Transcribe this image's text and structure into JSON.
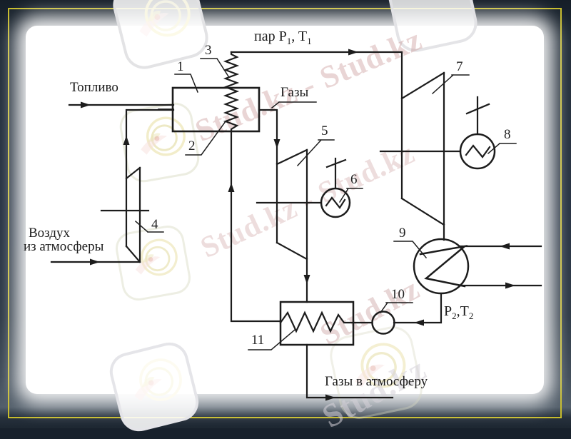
{
  "watermarks": {
    "top_diagonal": "Stud.kz - Stud.kz",
    "mid_diagonal": "Stud.kz - Stud.kz",
    "low_diagonal": "Stud.kz",
    "footer_diagonal": "Stud.kz"
  },
  "diagram": {
    "flow_labels": {
      "fuel": "Топливо",
      "air_line1": "Воздух",
      "air_line2": "из атмосферы",
      "steam_pre": "пар P",
      "steam_sub1": "1",
      "steam_mid": ", T",
      "steam_sub2": "1",
      "gases": "Газы",
      "exhaust_gases": "Газы в атмосферу",
      "p2_pre": "P",
      "p2_sub1": "2",
      "p2_mid": ",T",
      "p2_sub2": "2"
    },
    "component_numbers": {
      "combustion_chamber": "1",
      "evaporator_coil": "2",
      "superheater_coil": "3",
      "compressor": "4",
      "gas_turbine": "5",
      "gas_generator": "6",
      "steam_turbine": "7",
      "steam_generator": "8",
      "condenser": "9",
      "pump": "10",
      "heat_exchanger": "11"
    }
  },
  "colors": {
    "line": "#1c1c1c",
    "panel": "#ffffff",
    "frame_border": "#c7bc2b",
    "frame_dark": "#243040",
    "watermark_pink": "rgba(200,150,150,0.40)",
    "watermark_gray": "rgba(214,210,216,0.55)"
  }
}
